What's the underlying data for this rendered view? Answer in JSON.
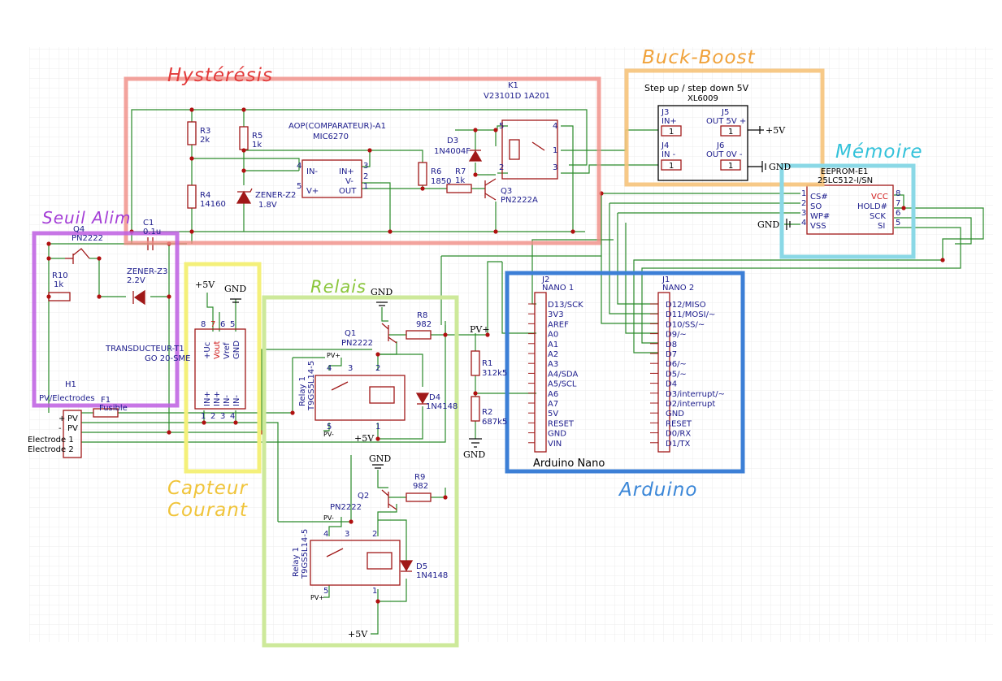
{
  "colors": {
    "wire": "#2a8a2a",
    "part": "#a01818",
    "node": "#b01010",
    "label": "#1c1c8c",
    "hysteresis": "#f08c84",
    "buck_boost": "#f6c37a",
    "memoire": "#8ad8e6",
    "seuil_alim": "#bd5de2",
    "capteur": "#f4f07a",
    "relais": "#cde99a",
    "arduino": "#3c7fd6"
  },
  "annotations": {
    "hysteresis": "Hystérésis",
    "buck_boost": "Buck-Boost",
    "memoire": "Mémoire",
    "seuil_alim": "Seuil Alim",
    "capteur_line1": "Capteur",
    "capteur_line2": "Courant",
    "relais": "Relais",
    "arduino": "Arduino"
  },
  "hysteresis_block": {
    "k1_ref": "K1",
    "k1_value": "V23101D 1A201",
    "r3_ref": "R3",
    "r3_value": "2k",
    "r4_ref": "R4",
    "r4_value": "14160",
    "r5_ref": "R5",
    "r5_value": "1k",
    "r6_ref": "R6",
    "r6_value": "1850",
    "r7_ref": "R7",
    "r7_value": "1k",
    "d3_ref": "D3",
    "d3_value": "1N4004F",
    "q3_ref": "Q3",
    "q3_value": "PN2222A",
    "zener2_ref": "ZENER-Z2",
    "zener2_value": "1.8V",
    "aop_ref": "AOP(COMPARATEUR)-A1",
    "aop_value": "MIC6270",
    "aop_pins": [
      "IN-",
      "IN+",
      "V+",
      "V-",
      "OUT"
    ],
    "aop_pin_numbers": [
      "4",
      "3",
      "5",
      "2",
      "1"
    ],
    "k1_pin_numbers": [
      "5",
      "4",
      "1",
      "2",
      "3"
    ]
  },
  "buck_boost_block": {
    "title": "Step up / step down 5V",
    "part": "XL6009",
    "j3_ref": "J3",
    "j3_pin": "IN+",
    "j4_ref": "J4",
    "j4_pin": "IN -",
    "j5_ref": "J5",
    "j5_pin": "OUT 5V +",
    "j6_ref": "J6",
    "j6_pin": "OUT 0V -",
    "pin_number": "1",
    "plus5v": "+5V",
    "gnd": "GND"
  },
  "memoire_block": {
    "ref": "EEPROM-E1",
    "value": "25LC512-I/SN",
    "left_pins": [
      "CS#",
      "SO",
      "WP#",
      "VSS"
    ],
    "left_numbers": [
      "1",
      "2",
      "3",
      "4"
    ],
    "right_pins": [
      "VCC",
      "HOLD#",
      "SCK",
      "SI"
    ],
    "right_numbers": [
      "8",
      "7",
      "6",
      "5"
    ],
    "gnd": "GND"
  },
  "seuil_block": {
    "q4_ref": "Q4",
    "q4_value": "PN2222",
    "c1_ref": "C1",
    "c1_value": "0.1u",
    "r10_ref": "R10",
    "r10_value": "1k",
    "zener3_ref": "ZENER-Z3",
    "zener3_value": "2.2V",
    "h1_ref": "H1",
    "h1_value": "PV/Electrodes",
    "f1_ref": "F1",
    "f1_value": "Fusible",
    "h1_pins": [
      "PV",
      "PV",
      "Electrode 1",
      "Electrode 2"
    ],
    "h1_signs": [
      "+",
      "-"
    ]
  },
  "capteur_block": {
    "ref": "TRANSDUCTEUR-T1",
    "value": "GO 20-SME",
    "top_pins": [
      "+Uc",
      "Vout",
      "Vref",
      "GND"
    ],
    "top_numbers": [
      "8",
      "7",
      "6",
      "5"
    ],
    "bottom_pins": [
      "IN+",
      "IN+",
      "IN-",
      "IN-"
    ],
    "bottom_numbers": [
      "1",
      "2",
      "3",
      "4"
    ],
    "plus5v": "+5V",
    "gnd": "GND"
  },
  "relais_block": {
    "q1_ref": "Q1",
    "q1_value": "PN2222",
    "q2_ref": "Q2",
    "q2_value": "PN2222",
    "r8_ref": "R8",
    "r8_value": "982",
    "r9_ref": "R9",
    "r9_value": "982",
    "d4_ref": "D4",
    "d4_value": "1N4148",
    "d5_ref": "D5",
    "d5_value": "1N4148",
    "relay_ref": "Relay 1",
    "relay_value": "T9GS5L14-5",
    "pv_plus": "PV+",
    "pv_minus": "PV-",
    "plus5v": "+5V",
    "gnd": "GND",
    "relay_pins": [
      "4",
      "3",
      "2",
      "5",
      "1"
    ]
  },
  "divider_block": {
    "pv_plus": "PV+",
    "r1_ref": "R1",
    "r1_value": "312k5",
    "r2_ref": "R2",
    "r2_value": "687k5",
    "gnd": "GND"
  },
  "arduino_block": {
    "j2_ref": "J2",
    "j2_value": "NANO 1",
    "j1_ref": "J1",
    "j1_value": "NANO 2",
    "title": "Arduino Nano",
    "nano1_pins": [
      "D13/SCK",
      "3V3",
      "AREF",
      "A0",
      "A1",
      "A2",
      "A3",
      "A4/SDA",
      "A5/SCL",
      "A6",
      "A7",
      "5V",
      "RESET",
      "GND",
      "VIN"
    ],
    "nano2_pins": [
      "D12/MISO",
      "D11/MOSI/~",
      "D10/SS/~",
      "D9/~",
      "D8",
      "D7",
      "D6/~",
      "D5/~",
      "D4",
      "D3/interrupt/~",
      "D2/interrupt",
      "GND",
      "RESET",
      "D0/RX",
      "D1/TX"
    ]
  }
}
